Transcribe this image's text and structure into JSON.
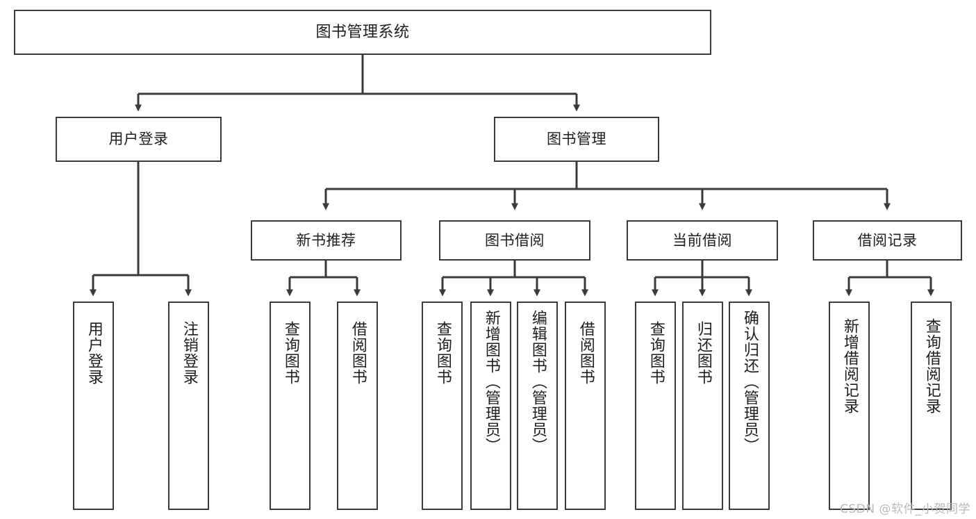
{
  "diagram": {
    "title": "图书管理系统",
    "watermark": "CSDN @软件_小贺同学",
    "line_color": "#3a3a3a",
    "box_fill": "#ffffff",
    "text_color": "#1d1d1d",
    "watermark_color": "#b9b9b9",
    "levels": {
      "root": {
        "label": "图书管理系统"
      },
      "level2": [
        {
          "label": "用户登录"
        },
        {
          "label": "图书管理"
        }
      ],
      "level3": [
        {
          "label": "新书推荐"
        },
        {
          "label": "图书借阅"
        },
        {
          "label": "当前借阅"
        },
        {
          "label": "借阅记录"
        }
      ],
      "leaves": [
        {
          "label": "用户登录",
          "parent": "用户登录"
        },
        {
          "label": "注销登录",
          "parent": "用户登录"
        },
        {
          "label": "查询图书",
          "parent": "新书推荐"
        },
        {
          "label": "借阅图书",
          "parent": "新书推荐"
        },
        {
          "label": "查询图书",
          "parent": "图书借阅"
        },
        {
          "label": "新增图书（管理员）",
          "parent": "图书借阅"
        },
        {
          "label": "编辑图书（管理员）",
          "parent": "图书借阅"
        },
        {
          "label": "借阅图书",
          "parent": "图书借阅"
        },
        {
          "label": "查询图书",
          "parent": "当前借阅"
        },
        {
          "label": "归还图书",
          "parent": "当前借阅"
        },
        {
          "label": "确认归还（管理员）",
          "parent": "当前借阅"
        },
        {
          "label": "新增借阅记录",
          "parent": "借阅记录"
        },
        {
          "label": "查询借阅记录",
          "parent": "借阅记录"
        }
      ]
    }
  },
  "chart_data": {
    "type": "diagram",
    "subtype": "tree-hierarchy",
    "title": "图书管理系统",
    "orientation": "top-down",
    "nodes": [
      {
        "id": "root",
        "label": "图书管理系统",
        "level": 0
      },
      {
        "id": "n1",
        "label": "用户登录",
        "level": 1
      },
      {
        "id": "n2",
        "label": "图书管理",
        "level": 1
      },
      {
        "id": "n3",
        "label": "新书推荐",
        "level": 2
      },
      {
        "id": "n4",
        "label": "图书借阅",
        "level": 2
      },
      {
        "id": "n5",
        "label": "当前借阅",
        "level": 2
      },
      {
        "id": "n6",
        "label": "借阅记录",
        "level": 2
      },
      {
        "id": "l1",
        "label": "用户登录",
        "level": 3
      },
      {
        "id": "l2",
        "label": "注销登录",
        "level": 3
      },
      {
        "id": "l3",
        "label": "查询图书",
        "level": 3
      },
      {
        "id": "l4",
        "label": "借阅图书",
        "level": 3
      },
      {
        "id": "l5",
        "label": "查询图书",
        "level": 3
      },
      {
        "id": "l6",
        "label": "新增图书（管理员）",
        "level": 3
      },
      {
        "id": "l7",
        "label": "编辑图书（管理员）",
        "level": 3
      },
      {
        "id": "l8",
        "label": "借阅图书",
        "level": 3
      },
      {
        "id": "l9",
        "label": "查询图书",
        "level": 3
      },
      {
        "id": "l10",
        "label": "归还图书",
        "level": 3
      },
      {
        "id": "l11",
        "label": "确认归还（管理员）",
        "level": 3
      },
      {
        "id": "l12",
        "label": "新增借阅记录",
        "level": 3
      },
      {
        "id": "l13",
        "label": "查询借阅记录",
        "level": 3
      }
    ],
    "edges": [
      {
        "from": "root",
        "to": "n1"
      },
      {
        "from": "root",
        "to": "n2"
      },
      {
        "from": "n1",
        "to": "l1"
      },
      {
        "from": "n1",
        "to": "l2"
      },
      {
        "from": "n2",
        "to": "n3"
      },
      {
        "from": "n2",
        "to": "n4"
      },
      {
        "from": "n2",
        "to": "n5"
      },
      {
        "from": "n2",
        "to": "n6"
      },
      {
        "from": "n3",
        "to": "l3"
      },
      {
        "from": "n3",
        "to": "l4"
      },
      {
        "from": "n4",
        "to": "l5"
      },
      {
        "from": "n4",
        "to": "l6"
      },
      {
        "from": "n4",
        "to": "l7"
      },
      {
        "from": "n4",
        "to": "l8"
      },
      {
        "from": "n5",
        "to": "l9"
      },
      {
        "from": "n5",
        "to": "l10"
      },
      {
        "from": "n5",
        "to": "l11"
      },
      {
        "from": "n6",
        "to": "l12"
      },
      {
        "from": "n6",
        "to": "l13"
      }
    ]
  }
}
